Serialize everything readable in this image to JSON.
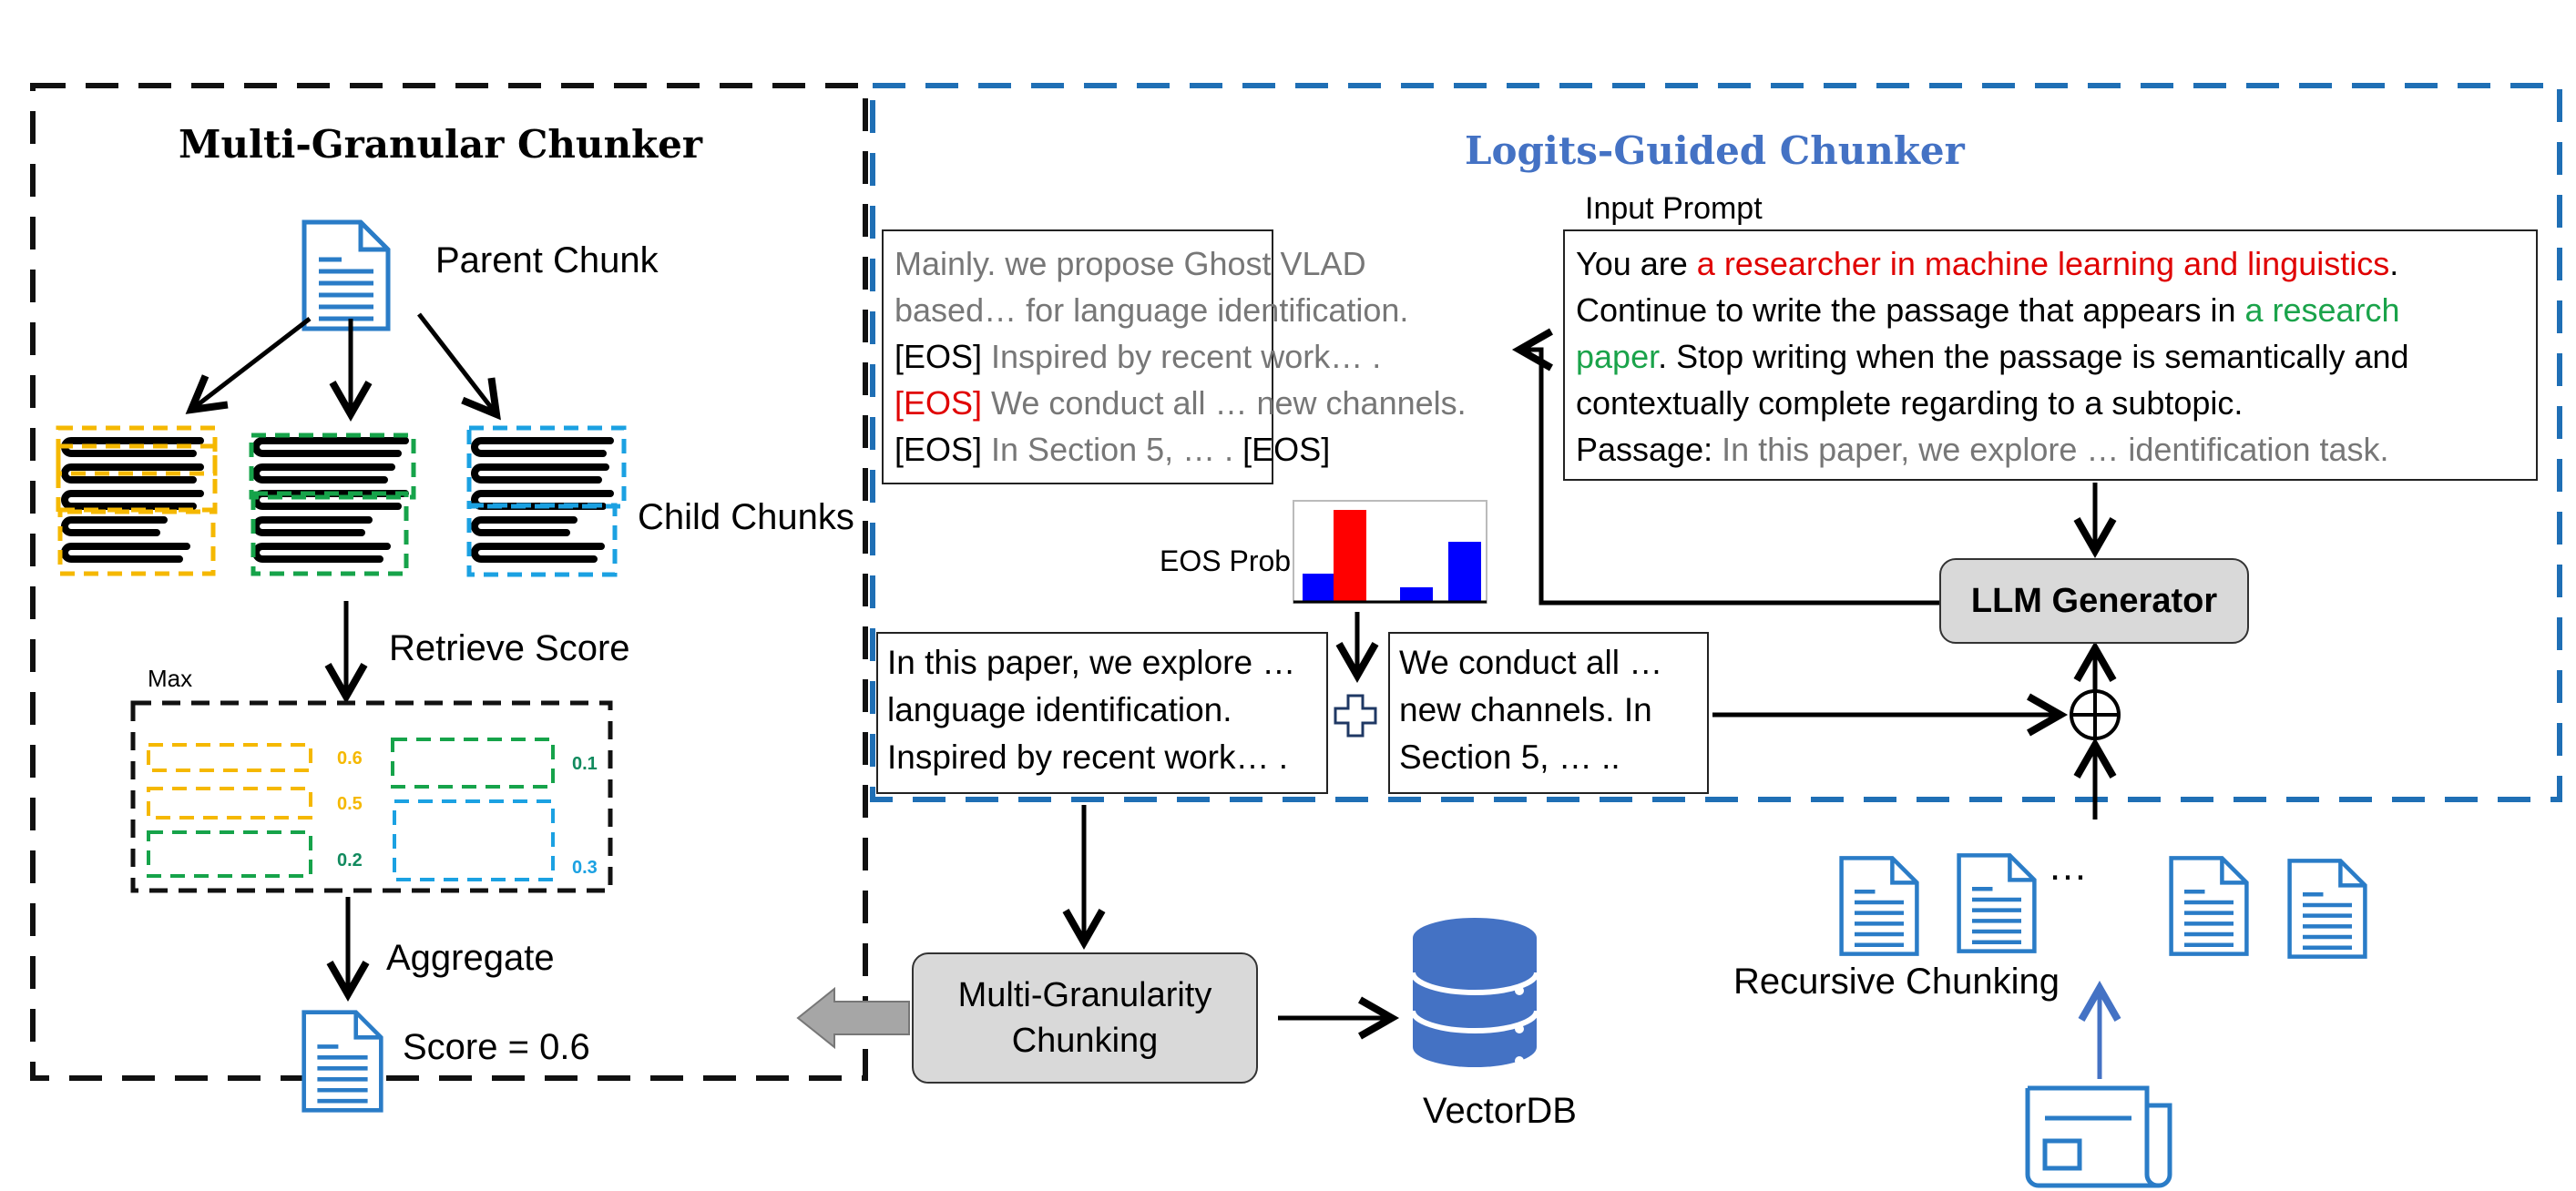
{
  "left_panel": {
    "title": "Multi-Granular Chunker",
    "parent_label": "Parent Chunk",
    "child_label": "Child Chunks",
    "retrieve_label": "Retrieve Score",
    "max_label": "Max",
    "scores": {
      "yellow_1": "0.6",
      "yellow_2": "0.5",
      "green_1": "0.2",
      "green_2": "0.1",
      "blue_1": "0.3"
    },
    "aggregate_label": "Aggregate",
    "final_score": "Score = 0.6"
  },
  "right_panel": {
    "title": "Logits-Guided Chunker",
    "output_box": {
      "line1": "Mainly. we propose Ghost VLAD",
      "line2": "based… for language identification.",
      "eos": "[EOS]",
      "line3": " Inspired by recent work… .",
      "line4": " We conduct all … new channels.",
      "line5": " In Section 5, … . "
    },
    "input_prompt_label": "Input Prompt",
    "prompt": {
      "p1a": "You are ",
      "p1b": "a researcher in machine learning and linguistics",
      "p1c": ".",
      "p2a": "Continue to write the passage that appears in ",
      "p2b": "a research",
      "p3a": "paper",
      "p3b": ".  Stop writing when the passage is semantically and",
      "p4": "contextually complete regarding to a subtopic.",
      "p5a": "Passage: ",
      "p5b": "In this paper, we explore … identification task."
    },
    "eos_prob_label": "EOS Prob",
    "eos_prob_bars": [
      0.3,
      1.0,
      0.15,
      0.65
    ],
    "eos_bar_colors": [
      "#0000ff",
      "#ff0000",
      "#0000ff",
      "#0000ff"
    ],
    "chunk_a": [
      "In this paper, we explore …",
      "language identification.",
      "Inspired by recent work… ."
    ],
    "chunk_b": [
      "We conduct all …",
      "new channels. In",
      "Section 5, … .."
    ],
    "llm_label": "LLM Generator"
  },
  "bottom": {
    "multi_granularity_label": "Multi-Granularity Chunking",
    "vectordb_label": "VectorDB",
    "recursive_label": "Recursive Chunking",
    "ellipsis": "…"
  },
  "colors": {
    "frame_blue": "#1f6fb5",
    "title_blue": "#4472c4",
    "icon_blue": "#2a7cc7",
    "db_blue": "#4472c4",
    "yellow": "#f5b800",
    "green": "#16a34a",
    "score_green": "#118a5e",
    "cyan": "#1ba1e2"
  }
}
